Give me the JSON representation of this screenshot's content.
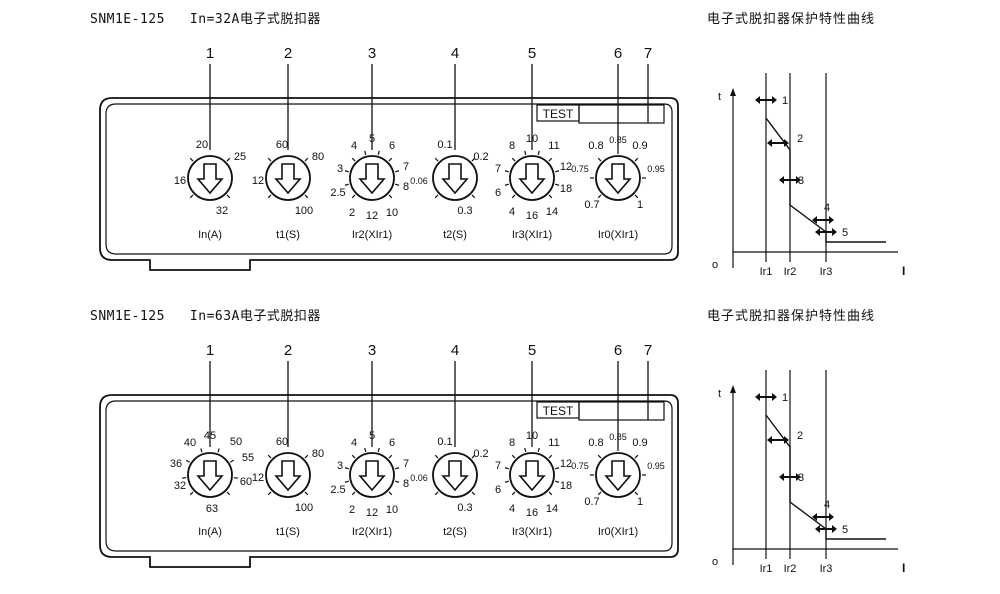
{
  "sections": [
    {
      "title": "SNM1E-125   In=32A电子式脱扣器",
      "curve_title": "电子式脱扣器保护特性曲线",
      "test_label": "TEST",
      "callouts": [
        "1",
        "2",
        "3",
        "4",
        "5",
        "6",
        "7"
      ],
      "dials": [
        {
          "label": "In(A)",
          "ticks": [
            "20",
            "25",
            "16",
            "32"
          ]
        },
        {
          "label": "t1(S)",
          "ticks": [
            "60",
            "80",
            "12",
            "100"
          ]
        },
        {
          "label": "Ir2(XIr1)",
          "ticks": [
            "4",
            "5",
            "6",
            "3",
            "7",
            "2.5",
            "8",
            "2",
            "12",
            "10"
          ]
        },
        {
          "label": "t2(S)",
          "ticks": [
            "0.1",
            "0.2",
            "0.06",
            "0.3"
          ]
        },
        {
          "label": "Ir3(XIr1)",
          "ticks": [
            "8",
            "10",
            "11",
            "7",
            "12",
            "6",
            "18",
            "4",
            "16",
            "14"
          ]
        },
        {
          "label": "Ir0(XIr1)",
          "ticks": [
            "0.8",
            "0.85",
            "0.9",
            "0.75",
            "0.95",
            "0.7",
            "1"
          ]
        }
      ],
      "curve": {
        "y_axis": "t",
        "x_axis": "I",
        "origin": "o",
        "x_labels": [
          "Ir1",
          "Ir2",
          "Ir3"
        ],
        "markers": [
          "1",
          "2",
          "3",
          "4",
          "5"
        ]
      }
    },
    {
      "title": "SNM1E-125   In=63A电子式脱扣器",
      "curve_title": "电子式脱扣器保护特性曲线",
      "test_label": "TEST",
      "callouts": [
        "1",
        "2",
        "3",
        "4",
        "5",
        "6",
        "7"
      ],
      "dials": [
        {
          "label": "In(A)",
          "ticks": [
            "40",
            "45",
            "50",
            "36",
            "55",
            "32",
            "60",
            "63"
          ]
        },
        {
          "label": "t1(S)",
          "ticks": [
            "60",
            "80",
            "12",
            "100"
          ]
        },
        {
          "label": "Ir2(XIr1)",
          "ticks": [
            "4",
            "5",
            "6",
            "3",
            "7",
            "2.5",
            "8",
            "2",
            "12",
            "10"
          ]
        },
        {
          "label": "t2(S)",
          "ticks": [
            "0.1",
            "0.2",
            "0.06",
            "0.3"
          ]
        },
        {
          "label": "Ir3(XIr1)",
          "ticks": [
            "8",
            "10",
            "11",
            "7",
            "12",
            "6",
            "18",
            "4",
            "16",
            "14"
          ]
        },
        {
          "label": "Ir0(XIr1)",
          "ticks": [
            "0.8",
            "0.85",
            "0.9",
            "0.75",
            "0.95",
            "0.7",
            "1"
          ]
        }
      ],
      "curve": {
        "y_axis": "t",
        "x_axis": "I",
        "origin": "o",
        "x_labels": [
          "Ir1",
          "Ir2",
          "Ir3"
        ],
        "markers": [
          "1",
          "2",
          "3",
          "4",
          "5"
        ]
      }
    }
  ]
}
